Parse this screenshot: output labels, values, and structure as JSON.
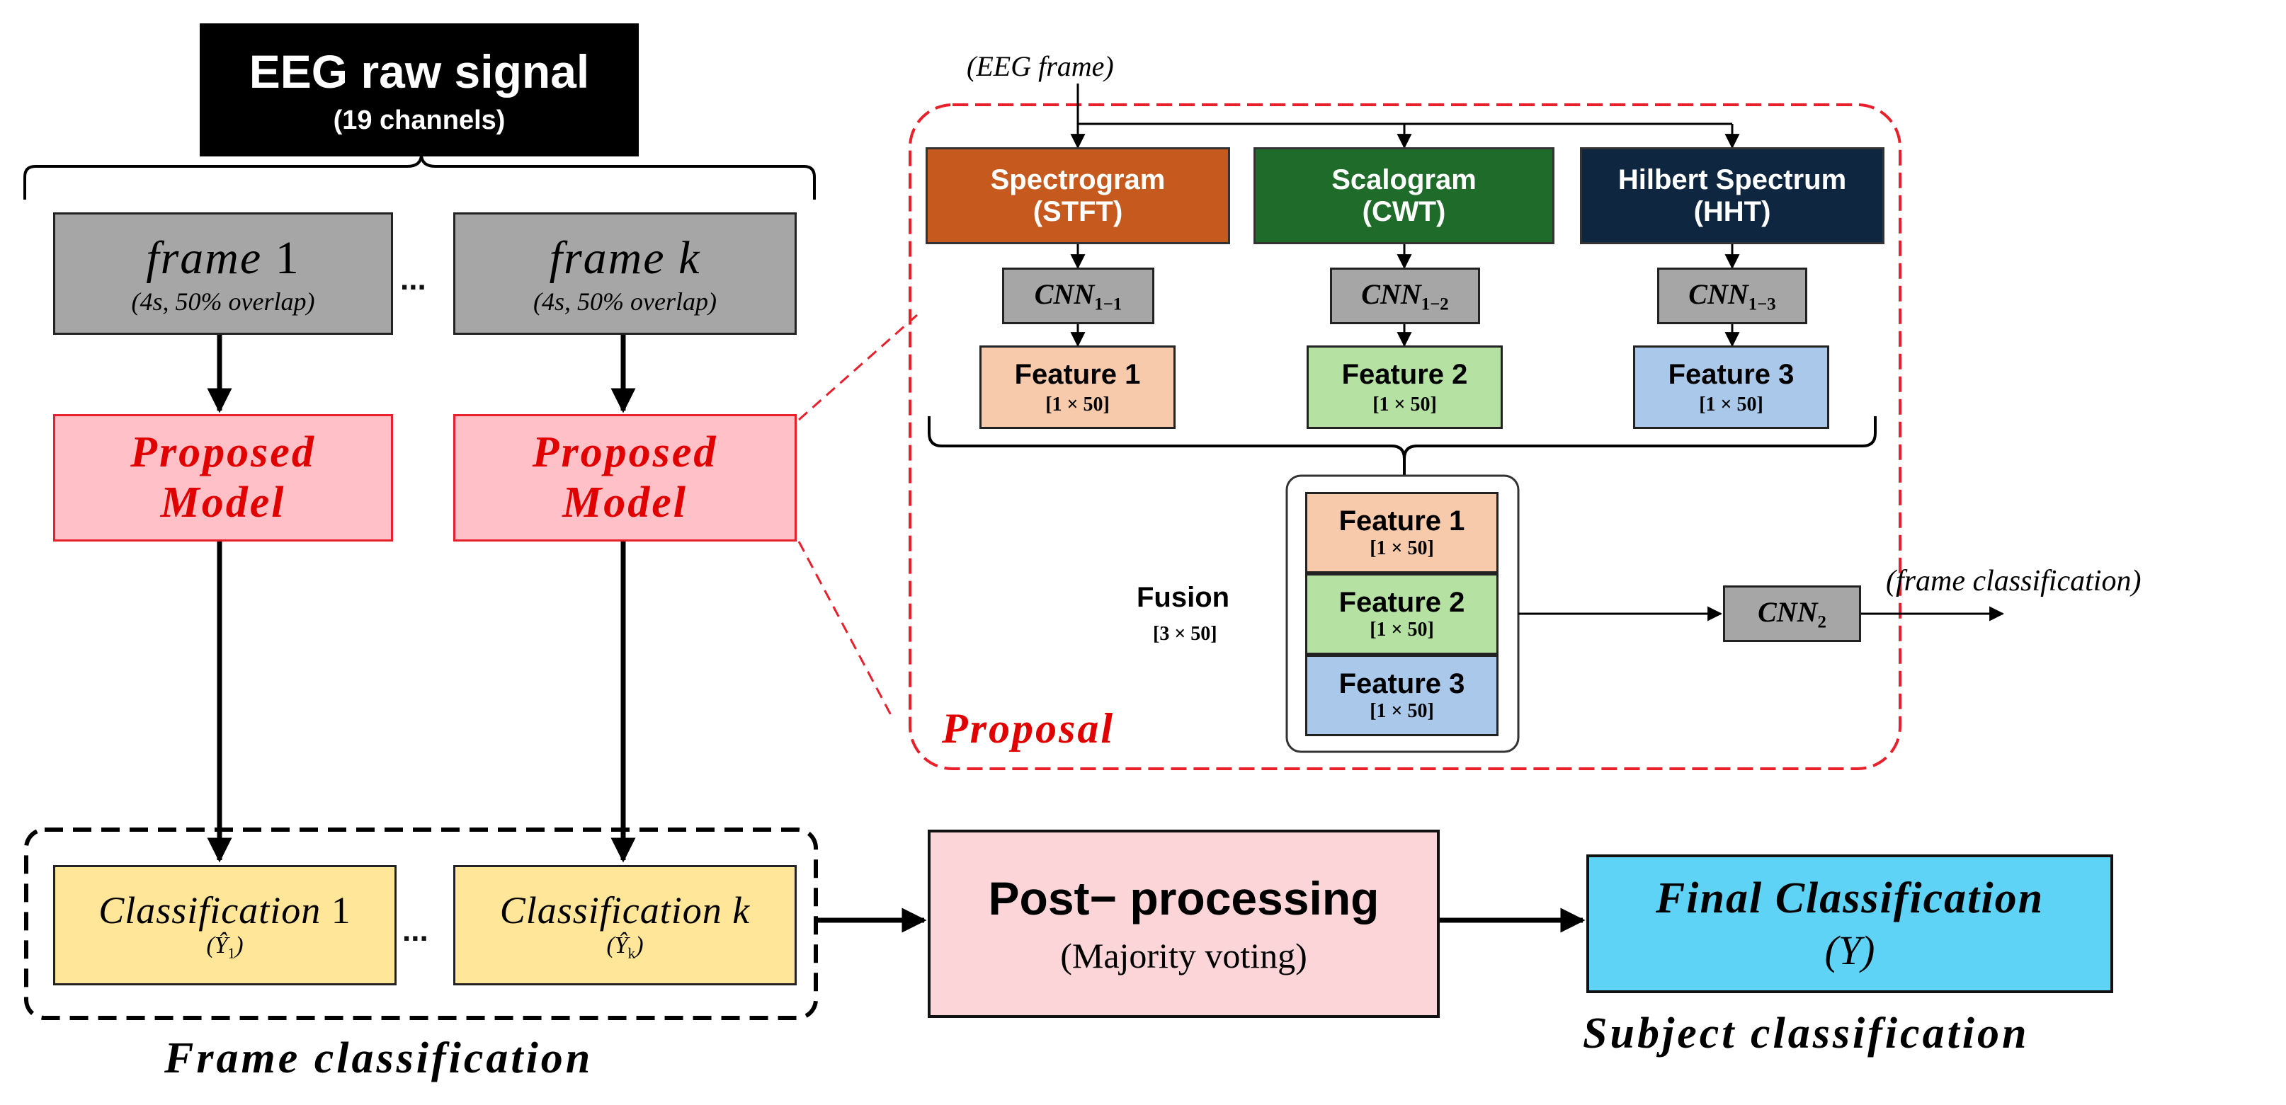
{
  "top": {
    "title": "EEG raw signal",
    "subtitle": "(19 channels)"
  },
  "frames": [
    {
      "name": "frame",
      "index": "1",
      "note": "(4s, 50% overlap)"
    },
    {
      "name": "frame",
      "index": "k",
      "note": "(4s, 50% overlap)"
    }
  ],
  "ellipsis": "...",
  "proposed_model": {
    "line1": "Proposed",
    "line2": "Model"
  },
  "proposal": {
    "label": "Proposal",
    "input_label": "(EEG frame)",
    "branches": [
      {
        "title": "Spectrogram",
        "method": "(STFT)",
        "color": "#c65a1e",
        "cnn": "CNN",
        "cnn_sub": "1−1",
        "feature": "Feature 1",
        "dim": "[1 × 50]",
        "feature_color": "#f7caac"
      },
      {
        "title": "Scalogram",
        "method": "(CWT)",
        "color": "#1e6b2a",
        "cnn": "CNN",
        "cnn_sub": "1−2",
        "feature": "Feature 2",
        "dim": "[1 × 50]",
        "feature_color": "#b5e2a3"
      },
      {
        "title": "Hilbert Spectrum",
        "method": "(HHT)",
        "color": "#0f2640",
        "cnn": "CNN",
        "cnn_sub": "1−3",
        "feature": "Feature 3",
        "dim": "[1 × 50]",
        "feature_color": "#a9c8ea"
      }
    ],
    "fusion": {
      "label": "Fusion",
      "dim": "[3 × 50]",
      "features": [
        {
          "name": "Feature 1",
          "dim": "[1 × 50]"
        },
        {
          "name": "Feature 2",
          "dim": "[1 × 50]"
        },
        {
          "name": "Feature 3",
          "dim": "[1 × 50]"
        }
      ]
    },
    "cnn2": {
      "text": "CNN",
      "sub": "2"
    },
    "output_label": "(frame classification)"
  },
  "classifications": [
    {
      "name": "Classification",
      "index": "1",
      "y": "(Ŷ",
      "y_sub": "1",
      "y_close": ")"
    },
    {
      "name": "Classification",
      "index": "k",
      "y": "(Ŷ",
      "y_sub": "k",
      "y_close": ")"
    }
  ],
  "frame_classification_label": "Frame classification",
  "post_processing": {
    "title": "Post− processing",
    "subtitle": "(Majority voting)"
  },
  "final": {
    "title": "Final Classification",
    "symbol": "(Y)"
  },
  "subject_classification_label": "Subject classification",
  "colors": {
    "black": "#000000",
    "gray": "#a6a6a6",
    "proposed_fill": "#ffc0c8",
    "proposed_border": "#e8202c",
    "proposed_text": "#e00000",
    "classification_fill": "#ffe699",
    "post_fill": "#fbd5d8",
    "final_fill": "#5fd3f5"
  }
}
